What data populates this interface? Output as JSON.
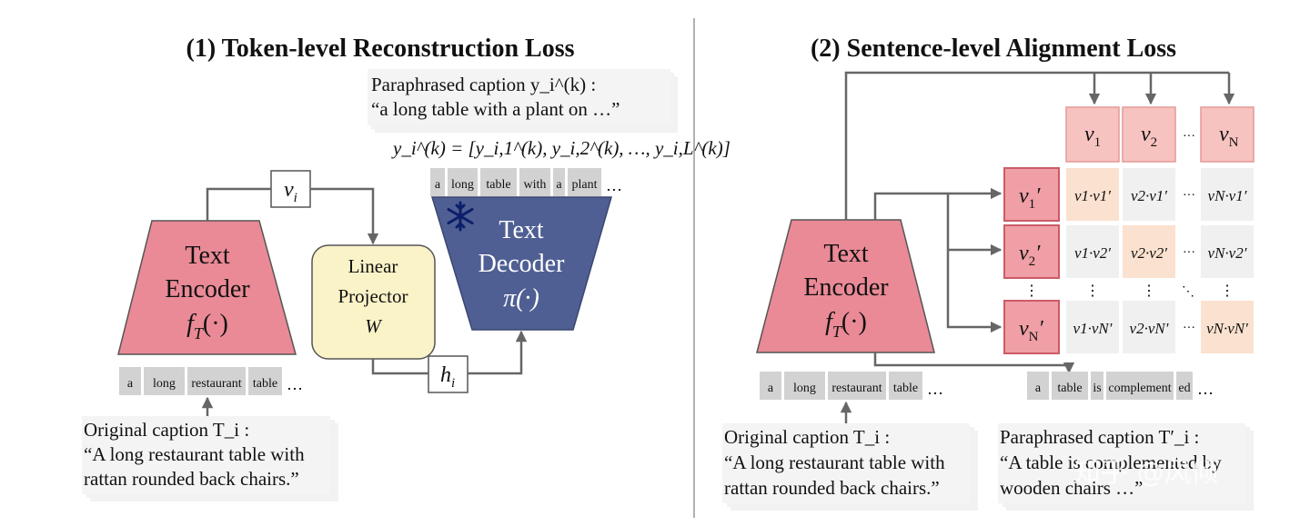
{
  "left": {
    "title": "(1) Token-level Reconstruction Loss",
    "encoder_line1": "Text",
    "encoder_line2": "Encoder",
    "encoder_sym": "f",
    "encoder_sub": "T",
    "encoder_arg": "(·)",
    "vi": "v",
    "vi_sub": "i",
    "projector_line1": "Linear",
    "projector_line2": "Projector",
    "projector_line3": "W",
    "hi": "h",
    "hi_sub": "i",
    "decoder_line1": "Text",
    "decoder_line2": "Decoder",
    "decoder_line3": "π(·)",
    "decoder_icon": "snowflake-icon",
    "input_tokens": [
      "a",
      "long",
      "restaurant",
      "table",
      "…"
    ],
    "output_tokens": [
      "a",
      "long",
      "table",
      "with",
      "a",
      "plant",
      "…"
    ],
    "seq_eq": "y_i^(k) = [y_i,1^(k), y_i,2^(k), …, y_i,L^(k)]",
    "para_label": "Paraphrased caption y_i^(k) :",
    "para_text": "“a long table with a plant on …”",
    "orig_label": "Original caption T_i :",
    "orig_text_line1": "“A long restaurant table with",
    "orig_text_line2": "rattan rounded back chairs.”"
  },
  "right": {
    "title": "(2) Sentence-level Alignment Loss",
    "encoder_line1": "Text",
    "encoder_line2": "Encoder",
    "encoder_sym": "f",
    "encoder_sub": "T",
    "encoder_arg": "(·)",
    "col_headers": [
      "1",
      "2",
      "N"
    ],
    "row_headers": [
      "1",
      "2",
      "N"
    ],
    "cells": [
      [
        "v1·v1′",
        "v2·v1′",
        "vN·v1′"
      ],
      [
        "v1·v2′",
        "v2·v2′",
        "vN·v2′"
      ],
      [
        "v1·vN′",
        "v2·vN′",
        "vN·vN′"
      ]
    ],
    "ellipsis": "···",
    "vdots": "⋮",
    "ddots": "⋱",
    "input_tokens": [
      "a",
      "long",
      "restaurant",
      "table",
      "…"
    ],
    "para_tokens": [
      "a",
      "table",
      "is",
      "complement",
      "ed",
      "…"
    ],
    "orig_label": "Original caption T_i :",
    "orig_text_line1": "“A long restaurant table with",
    "orig_text_line2": "rattan rounded back chairs.”",
    "para_label": "Paraphrased caption T′_i :",
    "para_text_line1": "“A table is complemented by",
    "para_text_line2": "wooden chairs …”"
  },
  "watermark": "知乎 @风倾",
  "colors": {
    "encoder": "#ea8a96",
    "projector": "#fbf3c8",
    "decoder": "#4f5f93",
    "header_pink": "#f7c3c0",
    "diag": "#fbe1cf",
    "cell": "#f0f0f0",
    "token": "#d2d2d2",
    "arrow": "#666666"
  }
}
